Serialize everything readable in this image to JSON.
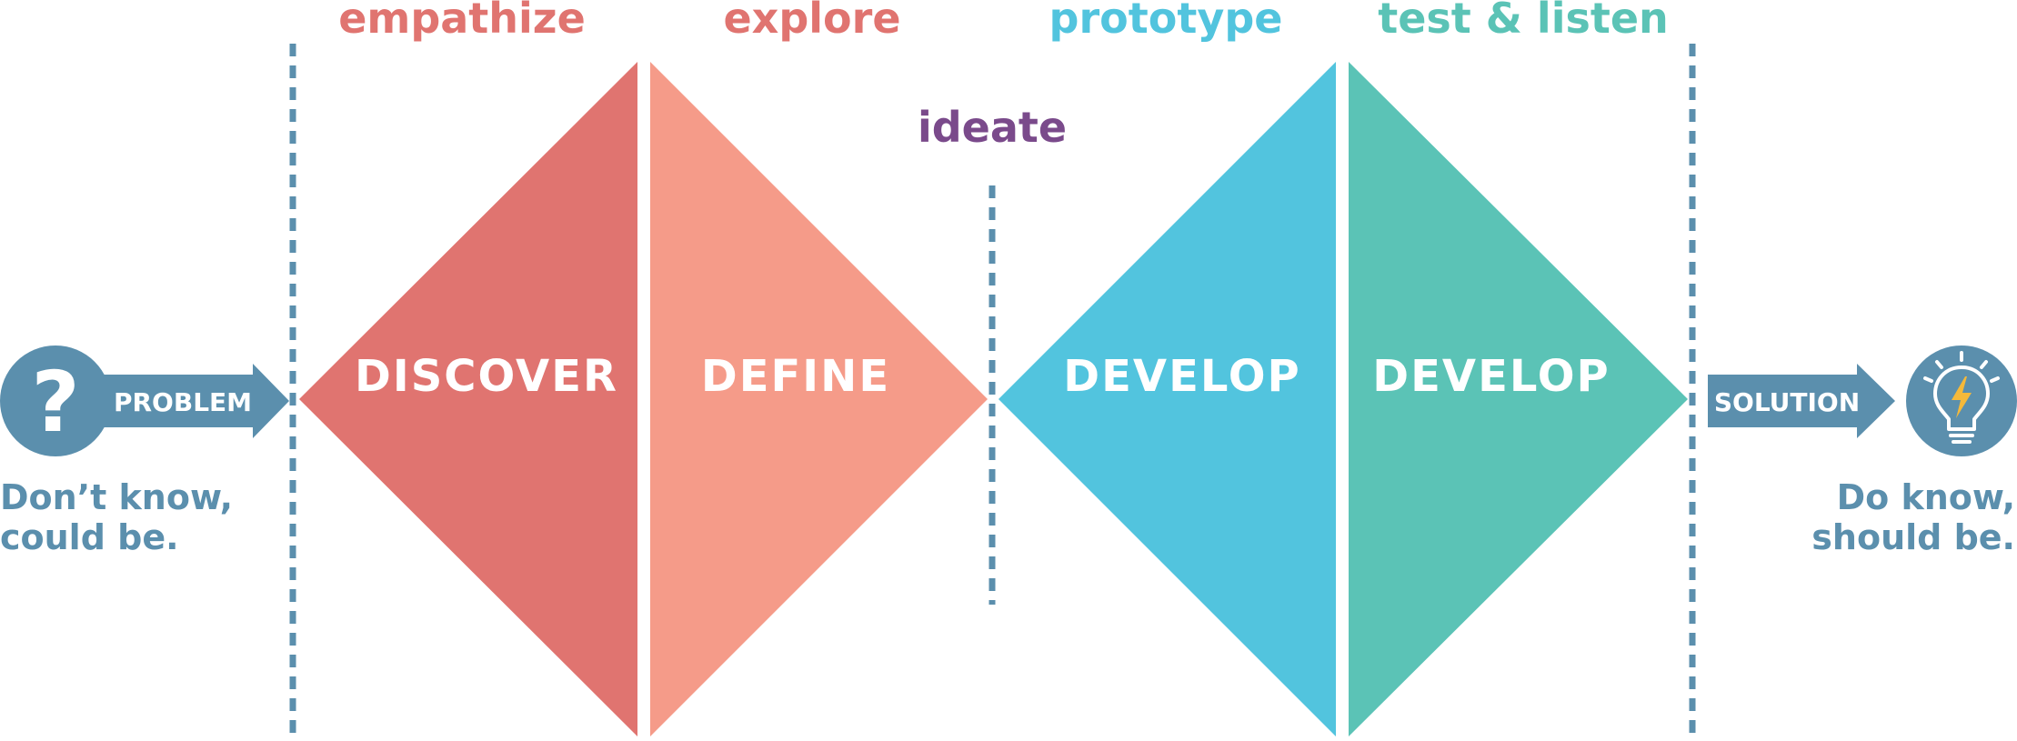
{
  "colors": {
    "discover": "#e07470",
    "define": "#f59b89",
    "develop": "#52c4de",
    "deliver": "#5bc3b6",
    "steel": "#5b8fad",
    "ideate": "#7a4a8b",
    "bulb_bolt": "#f5b93a"
  },
  "phases": {
    "empathize": "empathize",
    "explore": "explore",
    "ideate": "ideate",
    "prototype": "prototype",
    "test_listen": "test & listen"
  },
  "stages": {
    "discover": "DISCOVER",
    "define": "DEFINE",
    "develop_1": "DEVELOP",
    "develop_2": "DEVELOP"
  },
  "problem": {
    "label": "PROBLEM",
    "icon": "question-mark-icon",
    "caption_line1": "Don’t know,",
    "caption_line2": "could be."
  },
  "solution": {
    "label": "SOLUTION",
    "icon": "lightbulb-icon",
    "caption_line1": "Do know,",
    "caption_line2": "should be."
  }
}
